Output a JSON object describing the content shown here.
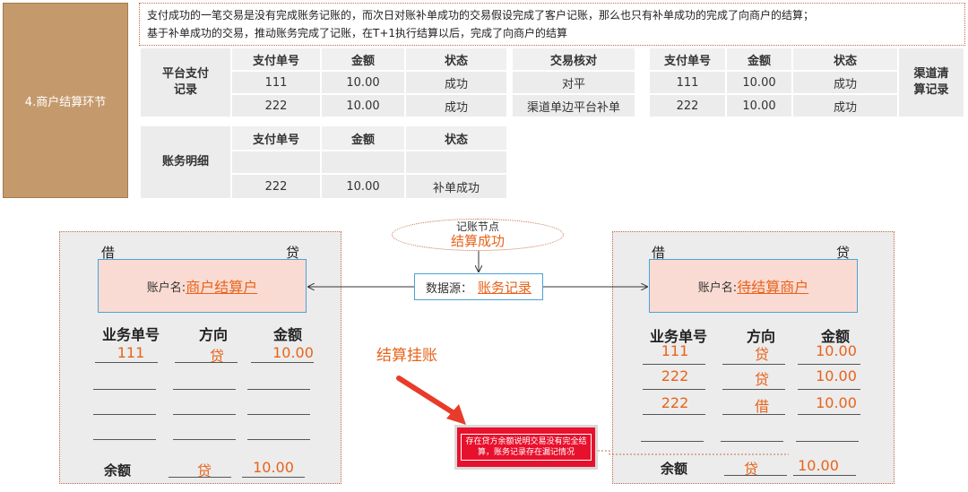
{
  "step": "4.商户结算环节",
  "description": {
    "line1": "支付成功的一笔交易是没有完成账务记账的，而次日对账补单成功的交易假设完成了客户记账，那么也只有补单成功的完成了向商户的结算；",
    "line2": "基于补单成功的交易，推动账务完成了记账，在T+1执行结算以后，完成了向商户的结算"
  },
  "platform_records": {
    "label_line1": "平台支付",
    "label_line2": "记录",
    "headers": [
      "支付单号",
      "金额",
      "状态"
    ],
    "rows": [
      {
        "id": "111",
        "amount": "10.00",
        "status": "成功"
      },
      {
        "id": "222",
        "amount": "10.00",
        "status": "成功"
      }
    ]
  },
  "reconciliation": {
    "header": "交易核对",
    "rows": [
      "对平",
      "渠道单边平台补单"
    ]
  },
  "channel_records": {
    "label_line1": "渠道清",
    "label_line2": "算记录",
    "headers": [
      "支付单号",
      "金额",
      "状态"
    ],
    "rows": [
      {
        "id": "111",
        "amount": "10.00",
        "status": "成功"
      },
      {
        "id": "222",
        "amount": "10.00",
        "status": "成功"
      }
    ]
  },
  "ledger_detail": {
    "label": "账务明细",
    "headers": [
      "支付单号",
      "金额",
      "状态"
    ],
    "rows": [
      {
        "id": "",
        "amount": "",
        "status": ""
      },
      {
        "id": "222",
        "amount": "10.00",
        "status": "补单成功"
      }
    ]
  },
  "node": {
    "title": "记账节点",
    "status": "结算成功",
    "source_label": "数据源：",
    "source_value": "账务记录"
  },
  "left_ledger": {
    "debit": "借",
    "credit": "贷",
    "account_label": "账户名:",
    "account_name": "商户结算户",
    "headers": [
      "业务单号",
      "方向",
      "金额"
    ],
    "rows": [
      {
        "id": "111",
        "direction": "贷",
        "amount": "10.00"
      }
    ],
    "total_label": "余额",
    "total_direction": "贷",
    "total_amount": "10.00"
  },
  "right_ledger": {
    "debit": "借",
    "credit": "贷",
    "account_label": "账户名:",
    "account_name": "待结算商户",
    "headers": [
      "业务单号",
      "方向",
      "金额"
    ],
    "rows": [
      {
        "id": "111",
        "direction": "贷",
        "amount": "10.00"
      },
      {
        "id": "222",
        "direction": "贷",
        "amount": "10.00"
      },
      {
        "id": "222",
        "direction": "借",
        "amount": "10.00"
      }
    ],
    "total_label": "余额",
    "total_direction": "贷",
    "total_amount": "10.00"
  },
  "hang_label": "结算挂账",
  "note": "存在贷方余额说明交易没有完全结算，账务记录存在漏记情况",
  "colors": {
    "accent": "#e8631a",
    "step_bg": "#c49a6c",
    "note_bg": "#e8112d",
    "account_bg": "#fadbd3",
    "border_blue": "#4aa3d8"
  }
}
